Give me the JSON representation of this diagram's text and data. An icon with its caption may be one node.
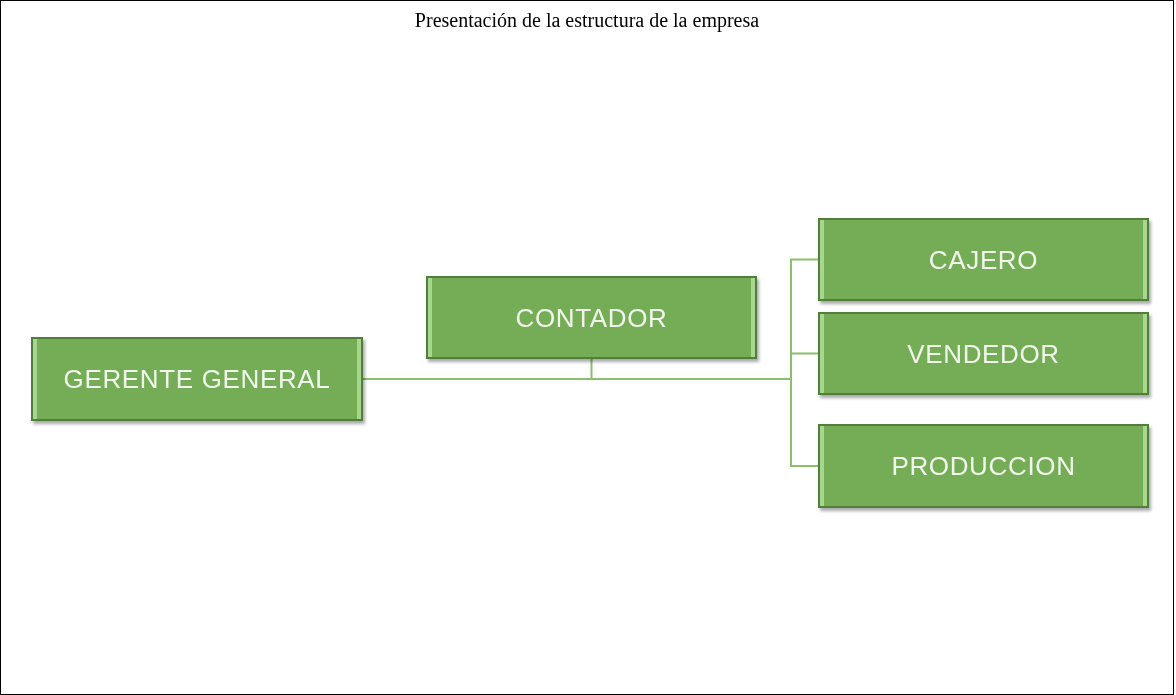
{
  "diagram": {
    "title": "Presentación de la estructura de la empresa",
    "nodes": [
      {
        "text": [
          "GERENTE GENERAL"
        ]
      },
      {
        "text": [
          "CONTADOR"
        ]
      },
      {
        "text": [
          "CAJERO"
        ]
      },
      {
        "text": [
          "VENDEDOR"
        ]
      },
      {
        "text": [
          "PRODUCCION"
        ]
      }
    ],
    "edges": [
      {
        "from": 0,
        "to": 1,
        "arrow": "none"
      },
      {
        "from": 0,
        "to": 2,
        "arrow": "none"
      },
      {
        "from": 0,
        "to": 3,
        "arrow": "none"
      },
      {
        "from": 0,
        "to": 4,
        "arrow": "none"
      }
    ]
  }
}
